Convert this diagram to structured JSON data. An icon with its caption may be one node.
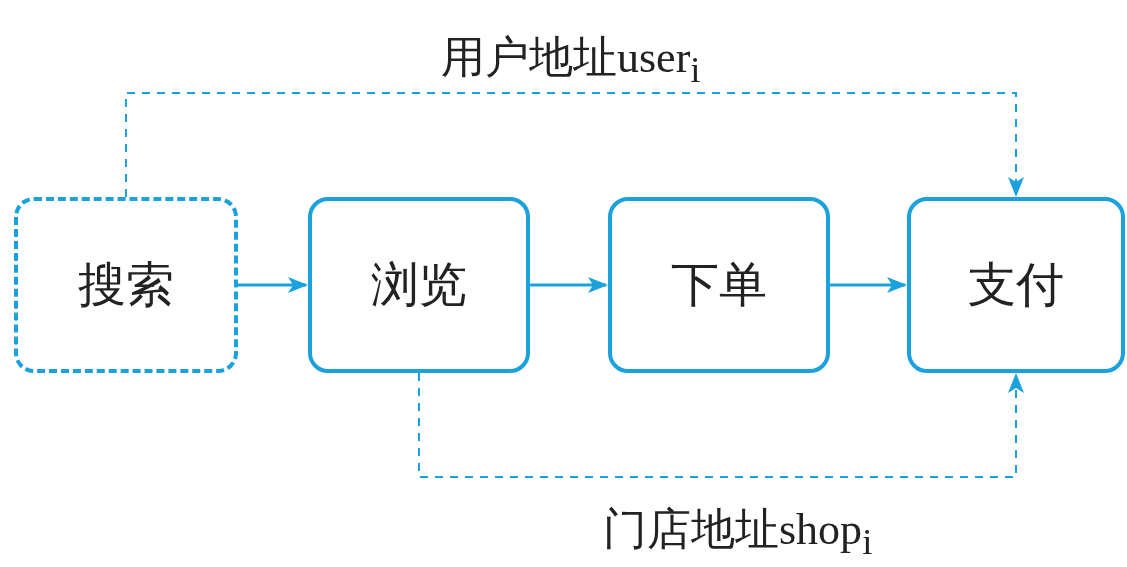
{
  "diagram": {
    "nodes": [
      {
        "text": [
          "搜索"
        ]
      },
      {
        "text": [
          "浏览"
        ]
      },
      {
        "text": [
          "下单"
        ]
      },
      {
        "text": [
          "支付"
        ]
      }
    ],
    "edges": [
      {
        "from": 0,
        "to": 1,
        "arrow": "to"
      },
      {
        "from": 1,
        "to": 2,
        "arrow": "to"
      },
      {
        "from": 2,
        "to": 3,
        "arrow": "to"
      },
      {
        "from": 0,
        "to": 3,
        "arrow": "to",
        "style": "dashed",
        "label": "用户地址user$_{i}$"
      },
      {
        "from": 1,
        "to": 3,
        "arrow": "to",
        "style": "dashed",
        "label": "门店地址shop$_{i}$"
      }
    ]
  }
}
